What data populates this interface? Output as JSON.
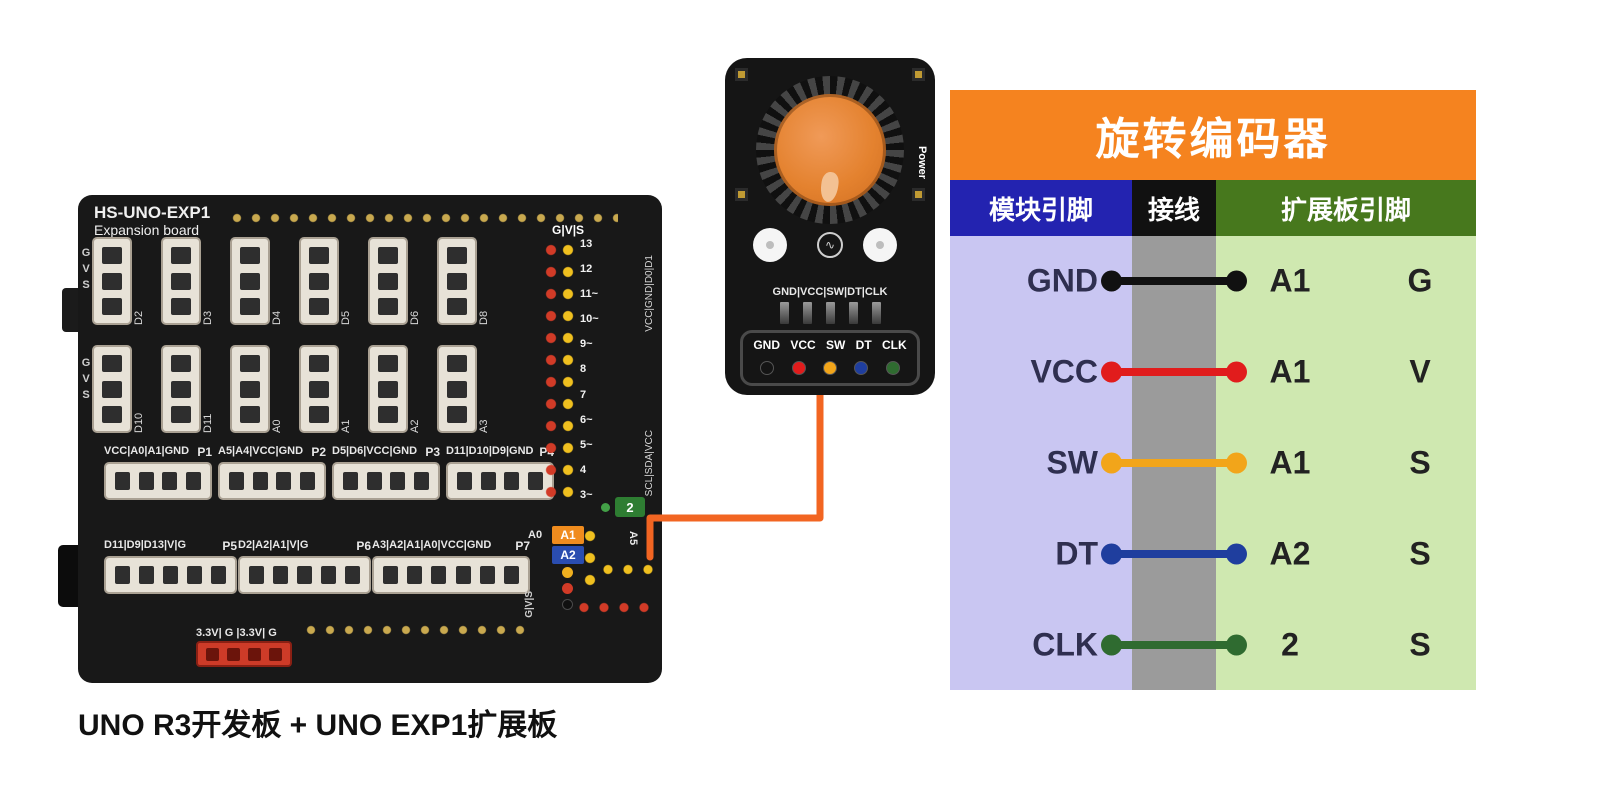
{
  "caption": "UNO R3开发板 + UNO EXP1扩展板",
  "wire_color": "#f26522",
  "board": {
    "title": "HS-UNO-EXP1",
    "subtitle": "Expansion board",
    "rail_label": "GVS",
    "row1_labels": [
      "D2",
      "D3",
      "D4",
      "D5",
      "D6",
      "D8"
    ],
    "row2_labels": [
      "D10",
      "D11",
      "A0",
      "A1",
      "A2",
      "A3"
    ],
    "row3_ports": [
      {
        "pins": "VCC|A0|A1|GND",
        "name": "P1"
      },
      {
        "pins": "A5|A4|VCC|GND",
        "name": "P2"
      },
      {
        "pins": "D5|D6|VCC|GND",
        "name": "P3"
      },
      {
        "pins": "D11|D10|D9|GND",
        "name": "P4"
      }
    ],
    "row4_ports": [
      {
        "pins": "D11|D9|D13|V|G",
        "name": "P5"
      },
      {
        "pins": "D2|A2|A1|V|G",
        "name": "P6"
      },
      {
        "pins": "A3|A2|A1|A0|VCC|GND",
        "name": "P7"
      }
    ],
    "power_label": "3.3V| G |3.3V| G",
    "header_gvs": "G|V|S",
    "digital_pins": [
      "13",
      "12",
      "11~",
      "10~",
      "9~",
      "8",
      "7",
      "6~",
      "5~",
      "4",
      "3~"
    ],
    "side_label_1": "VCC|GND|D0|D1",
    "side_label_2": "SCL|SDA|VCC",
    "highlight": {
      "badge": "2",
      "a1": "A1",
      "a2": "A2",
      "a0": "A0",
      "a5": "A5",
      "gvs": "G|V|S"
    }
  },
  "module": {
    "power_label": "Power",
    "pin_strip": "GND|VCC|SW|DT|CLK",
    "pins": [
      {
        "label": "GND",
        "color": "#141414"
      },
      {
        "label": "VCC",
        "color": "#e11c1c"
      },
      {
        "label": "SW",
        "color": "#f2a51a"
      },
      {
        "label": "DT",
        "color": "#1f3e9e"
      },
      {
        "label": "CLK",
        "color": "#2f6b30"
      }
    ]
  },
  "table": {
    "title": "旋转编码器",
    "headers": [
      {
        "label": "模块引脚",
        "bg": "#2323b0"
      },
      {
        "label": "接线",
        "bg": "#111111"
      },
      {
        "label": "扩展板引脚",
        "bg": "#47781d"
      }
    ],
    "col_bg": [
      "#c9c6f2",
      "#9b9b9b",
      "#cfe8b0"
    ],
    "rows": [
      {
        "module_pin": "GND",
        "wire_color": "#111111",
        "board_pin": "A1",
        "pin_type": "G"
      },
      {
        "module_pin": "VCC",
        "wire_color": "#e11c1c",
        "board_pin": "A1",
        "pin_type": "V"
      },
      {
        "module_pin": "SW",
        "wire_color": "#f2a51a",
        "board_pin": "A1",
        "pin_type": "S"
      },
      {
        "module_pin": "DT",
        "wire_color": "#1f3e9e",
        "board_pin": "A2",
        "pin_type": "S"
      },
      {
        "module_pin": "CLK",
        "wire_color": "#2f6b30",
        "board_pin": "2",
        "pin_type": "S"
      }
    ]
  }
}
